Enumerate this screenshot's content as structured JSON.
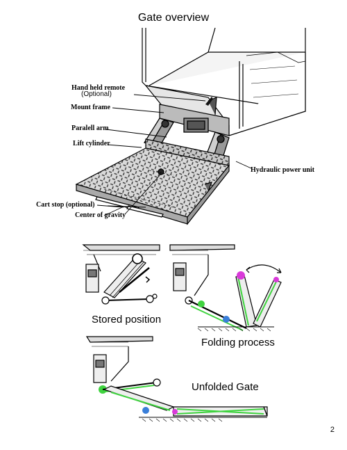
{
  "slide": {
    "title": "Gate overview",
    "page_number": "2"
  },
  "overview": {
    "labels": {
      "hand_remote": "Hand held remote",
      "hand_remote_opt": "(Optional)",
      "mount_frame": "Mount frame",
      "parallel_arm": "Paralell arm",
      "lift_cylinder": "Lift cylinder",
      "hydraulic_unit": "Hydraulic power unit",
      "cart_stop": "Cart stop (optional)",
      "center_gravity": "Center of gravity"
    }
  },
  "positions": {
    "stored": "Stored position",
    "folding": "Folding process",
    "unfolded": "Unfolded Gate"
  },
  "colors": {
    "highlight_green": "#3fd33f",
    "highlight_magenta": "#d93ad9",
    "highlight_blue": "#3a7fd9"
  }
}
